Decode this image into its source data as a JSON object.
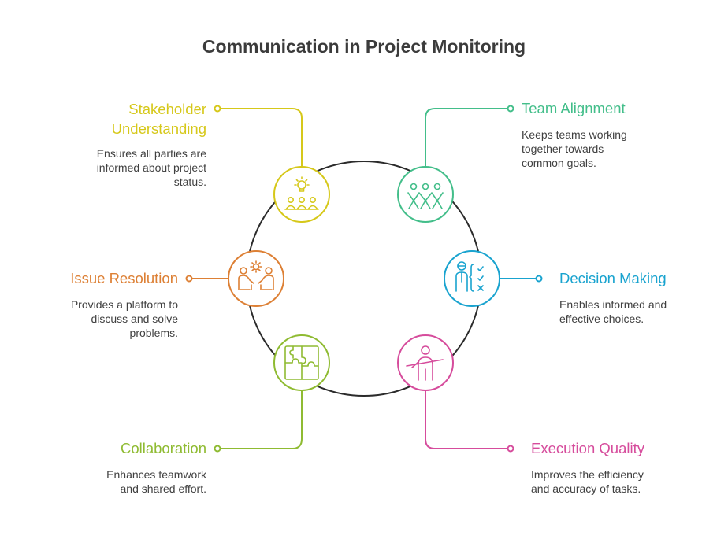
{
  "title": "Communication in Project Monitoring",
  "colors": {
    "ring": "#2b2b2b",
    "stakeholder": "#d6c81a",
    "team": "#43be8a",
    "decision": "#19a3cf",
    "issue": "#dd8035",
    "collaboration": "#8fbb32",
    "execution": "#d64c9c"
  },
  "items": {
    "stakeholder": {
      "heading": "Stakeholder\nUnderstanding",
      "description": "Ensures all parties are\ninformed about project\nstatus.",
      "icon": "lightbulb-audience-icon"
    },
    "team": {
      "heading": "Team Alignment",
      "description": "Keeps teams working\ntogether towards\ncommon goals.",
      "icon": "linked-people-icon"
    },
    "decision": {
      "heading": "Decision Making",
      "description": "Enables informed and\neffective choices.",
      "icon": "person-checklist-icon"
    },
    "issue": {
      "heading": "Issue Resolution",
      "description": "Provides a platform to\ndiscuss and solve\nproblems.",
      "icon": "people-discussing-icon"
    },
    "collaboration": {
      "heading": "Collaboration",
      "description": "Enhances teamwork\nand shared effort.",
      "icon": "puzzle-icon"
    },
    "execution": {
      "heading": "Execution Quality",
      "description": "Improves the efficiency\nand accuracy of tasks.",
      "icon": "person-working-icon"
    }
  }
}
